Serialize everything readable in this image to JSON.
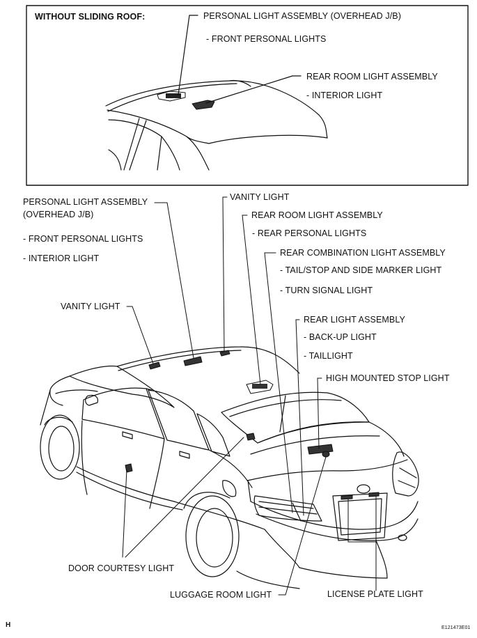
{
  "inset": {
    "heading": "WITHOUT SLIDING ROOF:",
    "labels": {
      "personal_light": "PERSONAL LIGHT ASSEMBLY (OVERHEAD J/B)",
      "front_personal": "- FRONT PERSONAL LIGHTS",
      "rear_room": "REAR ROOM LIGHT ASSEMBLY",
      "interior": "- INTERIOR LIGHT"
    }
  },
  "main": {
    "labels": {
      "personal_light_1": "PERSONAL LIGHT ASSEMBLY",
      "personal_light_2": "(OVERHEAD J/B)",
      "front_personal": "- FRONT PERSONAL LIGHTS",
      "interior": "- INTERIOR LIGHT",
      "vanity_top": "VANITY LIGHT",
      "rear_room": "REAR ROOM LIGHT ASSEMBLY",
      "rear_personal": "- REAR PERSONAL LIGHTS",
      "rear_combination": "REAR COMBINATION LIGHT ASSEMBLY",
      "tail_stop": "- TAIL/STOP  AND SIDE MARKER LIGHT",
      "turn_signal": "- TURN SIGNAL LIGHT",
      "vanity_left": "VANITY LIGHT",
      "rear_light": "REAR LIGHT ASSEMBLY",
      "back_up": "- BACK-UP LIGHT",
      "taillight": "- TAILLIGHT",
      "high_stop": "HIGH MOUNTED STOP LIGHT",
      "door_courtesy": "DOOR COURTESY LIGHT",
      "luggage": "LUGGAGE ROOM LIGHT",
      "license": "LICENSE PLATE LIGHT"
    }
  },
  "footer": {
    "left_mark": "H",
    "code": "E121473E01"
  }
}
